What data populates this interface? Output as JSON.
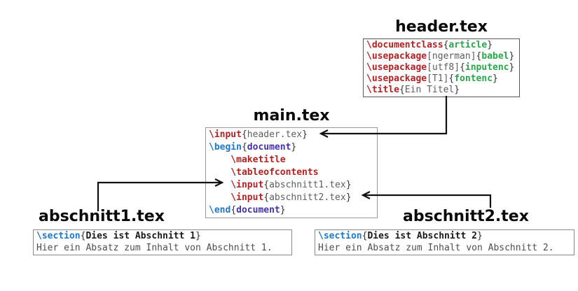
{
  "diagram": {
    "description": "LaTeX modular document structure: main.tex includes header.tex, abschnitt1.tex and abschnitt2.tex via \\input",
    "colors": {
      "cmd": "#B22222",
      "kw": "#1E78C8",
      "env": "#4433AA",
      "grn": "#2EA44F",
      "punct": "#333333",
      "arg": "#5E5E5E",
      "txt": "#4D4D4D",
      "secb": "#1A1A1A",
      "arrow": "#111111"
    },
    "files": [
      {
        "id": "header",
        "title": "header.tex",
        "lines": [
          [
            [
              "cmd",
              "\\documentclass"
            ],
            [
              "punct",
              "{"
            ],
            [
              "grn",
              "article"
            ],
            [
              "punct",
              "}"
            ]
          ],
          [
            [
              "cmd",
              "\\usepackage"
            ],
            [
              "arg",
              "[ngerman]"
            ],
            [
              "punct",
              "{"
            ],
            [
              "grn",
              "babel"
            ],
            [
              "punct",
              "}"
            ]
          ],
          [
            [
              "cmd",
              "\\usepackage"
            ],
            [
              "arg",
              "[utf8]"
            ],
            [
              "punct",
              "{"
            ],
            [
              "grn",
              "inputenc"
            ],
            [
              "punct",
              "}"
            ]
          ],
          [
            [
              "cmd",
              "\\usepackage"
            ],
            [
              "arg",
              "[T1]"
            ],
            [
              "punct",
              "{"
            ],
            [
              "grn",
              "fontenc"
            ],
            [
              "punct",
              "}"
            ]
          ],
          [
            [
              "cmd",
              "\\title"
            ],
            [
              "punct",
              "{"
            ],
            [
              "arg",
              "Ein Titel"
            ],
            [
              "punct",
              "}"
            ]
          ]
        ]
      },
      {
        "id": "main",
        "title": "main.tex",
        "lines": [
          [
            [
              "cmd",
              "\\input"
            ],
            [
              "punct",
              "{"
            ],
            [
              "arg",
              "header.tex"
            ],
            [
              "punct",
              "}"
            ]
          ],
          [
            [
              "kw",
              "\\begin"
            ],
            [
              "punct",
              "{"
            ],
            [
              "env",
              "document"
            ],
            [
              "punct",
              "}"
            ]
          ],
          [
            [
              "cmd",
              "    \\maketitle"
            ]
          ],
          [
            [
              "cmd",
              "    \\tableofcontents"
            ]
          ],
          [
            [
              "cmd",
              "    \\input"
            ],
            [
              "punct",
              "{"
            ],
            [
              "arg",
              "abschnitt1.tex"
            ],
            [
              "punct",
              "}"
            ]
          ],
          [
            [
              "cmd",
              "    \\input"
            ],
            [
              "punct",
              "{"
            ],
            [
              "arg",
              "abschnitt2.tex"
            ],
            [
              "punct",
              "}"
            ]
          ],
          [
            [
              "kw",
              "\\end"
            ],
            [
              "punct",
              "{"
            ],
            [
              "env",
              "document"
            ],
            [
              "punct",
              "}"
            ]
          ]
        ]
      },
      {
        "id": "a1",
        "title": "abschnitt1.tex",
        "lines": [
          [
            [
              "kw",
              "\\section"
            ],
            [
              "punct",
              "{"
            ],
            [
              "secb",
              "Dies ist Abschnitt 1"
            ],
            [
              "punct",
              "}"
            ]
          ],
          [
            [
              "txt",
              "Hier ein Absatz zum Inhalt von Abschnitt 1."
            ]
          ]
        ]
      },
      {
        "id": "a2",
        "title": "abschnitt2.tex",
        "lines": [
          [
            [
              "kw",
              "\\section"
            ],
            [
              "punct",
              "{"
            ],
            [
              "secb",
              "Dies ist Abschnitt 2"
            ],
            [
              "punct",
              "}"
            ]
          ],
          [
            [
              "txt",
              "Hier ein Absatz zum Inhalt von Abschnitt 2."
            ]
          ]
        ]
      }
    ],
    "arrows": [
      {
        "from": "header.tex box",
        "to": "main.tex line \\input{header.tex}",
        "direction": "left"
      },
      {
        "from": "abschnitt1.tex title",
        "to": "main.tex line \\input{abschnitt1.tex}",
        "direction": "right"
      },
      {
        "from": "abschnitt2.tex title",
        "to": "main.tex line \\input{abschnitt2.tex}",
        "direction": "left"
      }
    ]
  }
}
